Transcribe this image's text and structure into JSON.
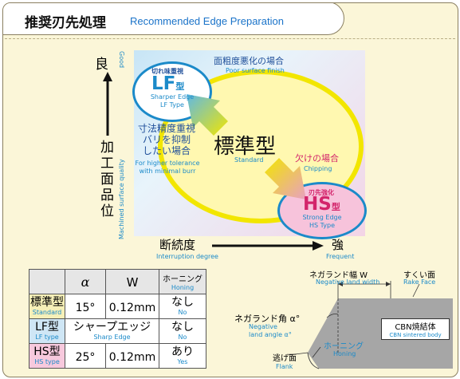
{
  "header": {
    "title_jp": "推奨刃先処理",
    "title_en": "Recommended Edge Preparation"
  },
  "yaxis": {
    "top_jp": "良",
    "top_en": "Good",
    "label_jp": "加工面品位",
    "label_en": "Machined surface quality"
  },
  "xaxis": {
    "label_jp": "断続度",
    "label_en": "Interruption degree",
    "right_jp": "強",
    "right_en": "Frequent"
  },
  "lf": {
    "small_jp": "切れ味重視",
    "name": "LF",
    "kata": "型",
    "en1": "Sharper Edge",
    "en2": "LF Type"
  },
  "hs": {
    "small_jp": "刃先強化",
    "name": "HS",
    "kata": "型",
    "en1": "Strong Edge",
    "en2": "HS Type"
  },
  "standard": {
    "jp": "標準型",
    "en": "Standard"
  },
  "notes": {
    "poor_jp": "面粗度悪化の場合",
    "poor_en": "Poor surface finish",
    "tol_jp1": "寸法精度重視",
    "tol_jp2": "バリを抑制",
    "tol_jp3": "したい場合",
    "tol_en1": "For higher tolerance",
    "tol_en2": "with minimal burr",
    "chip_jp": "欠けの場合",
    "chip_en": "Chipping"
  },
  "table": {
    "headers": [
      {
        "jp": "α",
        "en": ""
      },
      {
        "jp": "W",
        "en": ""
      },
      {
        "jp": "ホーニング",
        "en": "Honing"
      }
    ],
    "rows": [
      {
        "type_jp": "標準型",
        "type_en": "Standard",
        "alpha": "15°",
        "w": "0.12mm",
        "honing_jp": "なし",
        "honing_en": "No"
      },
      {
        "type_jp": "LF型",
        "type_en": "LF type",
        "merged_jp": "シャープエッジ",
        "merged_en": "Sharp Edge",
        "honing_jp": "なし",
        "honing_en": "No"
      },
      {
        "type_jp": "HS型",
        "type_en": "HS type",
        "alpha": "25°",
        "w": "0.12mm",
        "honing_jp": "あり",
        "honing_en": "Yes"
      }
    ]
  },
  "edge": {
    "land_w_jp": "ネガランド幅 W",
    "land_w_en": "Negative land width",
    "rake_jp": "すくい面",
    "rake_en": "Rake Face",
    "angle_jp": "ネガランド角 α°",
    "angle_en1": "Negative",
    "angle_en2": "land angle α°",
    "flank_jp": "逃げ面",
    "flank_en": "Flank",
    "honing_jp": "ホーニング",
    "honing_en": "Honing",
    "cbn_jp": "CBN焼結体",
    "cbn_en": "CBN sintered body"
  },
  "colors": {
    "blue": "#1b8ac9",
    "pink": "#d3256b",
    "yellow": "#f2e600",
    "panel": "#fbf6d8"
  }
}
